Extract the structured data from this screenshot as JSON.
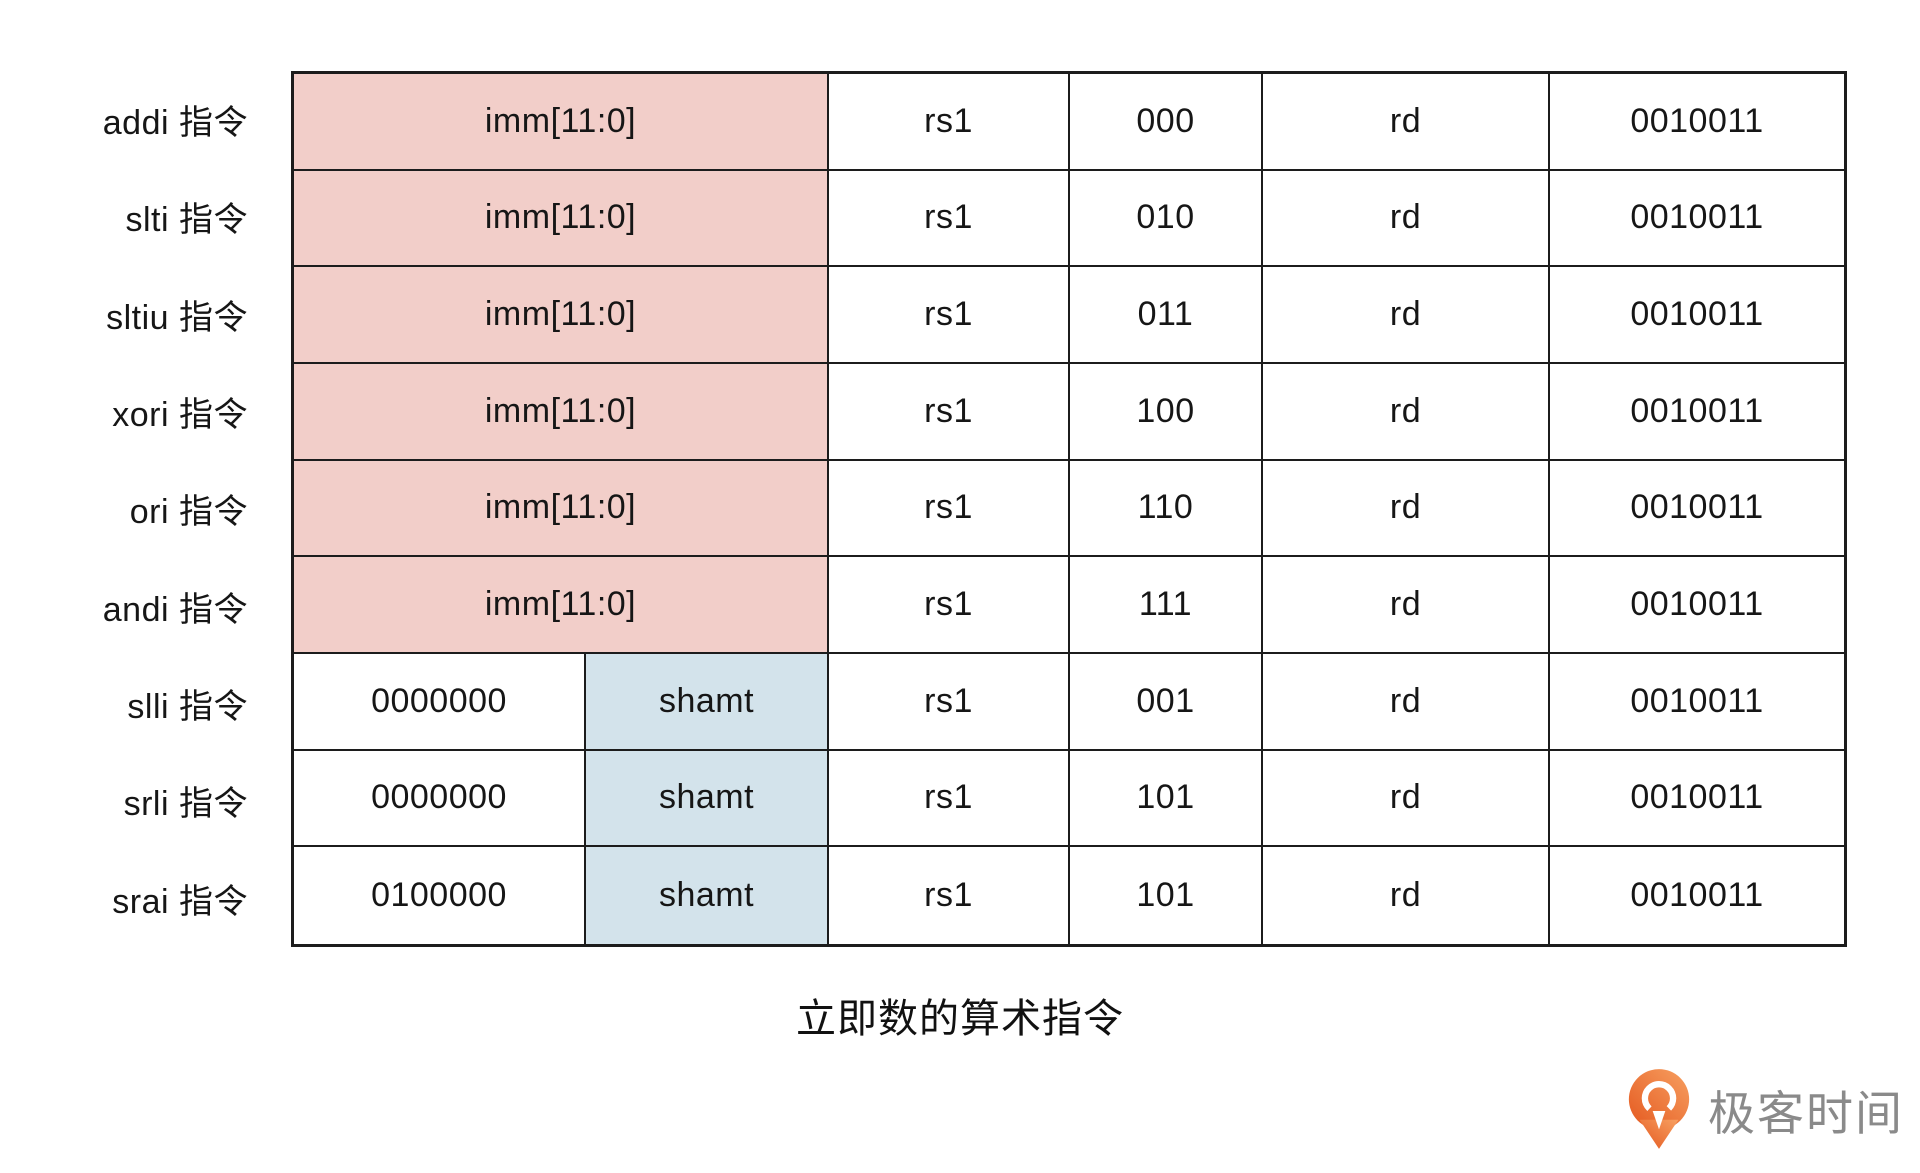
{
  "caption": "立即数的算术指令",
  "colors": {
    "imm_bg": "#f2cec9",
    "shamt_bg": "#d3e3eb",
    "border": "#1c1c1c",
    "logo_orange_dark": "#e4581f",
    "logo_orange_light": "#f7a061",
    "logo_text_gray": "#8a8a8a"
  },
  "logo": {
    "brand": "极客时间",
    "icon": "geektime-pin-icon"
  },
  "table": {
    "rows": [
      {
        "label": "addi 指令",
        "imm": "imm[11:0]",
        "rs1": "rs1",
        "funct3": "000",
        "rd": "rd",
        "opcode": "0010011"
      },
      {
        "label": "slti 指令",
        "imm": "imm[11:0]",
        "rs1": "rs1",
        "funct3": "010",
        "rd": "rd",
        "opcode": "0010011"
      },
      {
        "label": "sltiu 指令",
        "imm": "imm[11:0]",
        "rs1": "rs1",
        "funct3": "011",
        "rd": "rd",
        "opcode": "0010011"
      },
      {
        "label": "xori 指令",
        "imm": "imm[11:0]",
        "rs1": "rs1",
        "funct3": "100",
        "rd": "rd",
        "opcode": "0010011"
      },
      {
        "label": "ori 指令",
        "imm": "imm[11:0]",
        "rs1": "rs1",
        "funct3": "110",
        "rd": "rd",
        "opcode": "0010011"
      },
      {
        "label": "andi 指令",
        "imm": "imm[11:0]",
        "rs1": "rs1",
        "funct3": "111",
        "rd": "rd",
        "opcode": "0010011"
      },
      {
        "label": "slli 指令",
        "funct7": "0000000",
        "shamt": "shamt",
        "rs1": "rs1",
        "funct3": "001",
        "rd": "rd",
        "opcode": "0010011"
      },
      {
        "label": "srli 指令",
        "funct7": "0000000",
        "shamt": "shamt",
        "rs1": "rs1",
        "funct3": "101",
        "rd": "rd",
        "opcode": "0010011"
      },
      {
        "label": "srai 指令",
        "funct7": "0100000",
        "shamt": "shamt",
        "rs1": "rs1",
        "funct3": "101",
        "rd": "rd",
        "opcode": "0010011"
      }
    ]
  }
}
